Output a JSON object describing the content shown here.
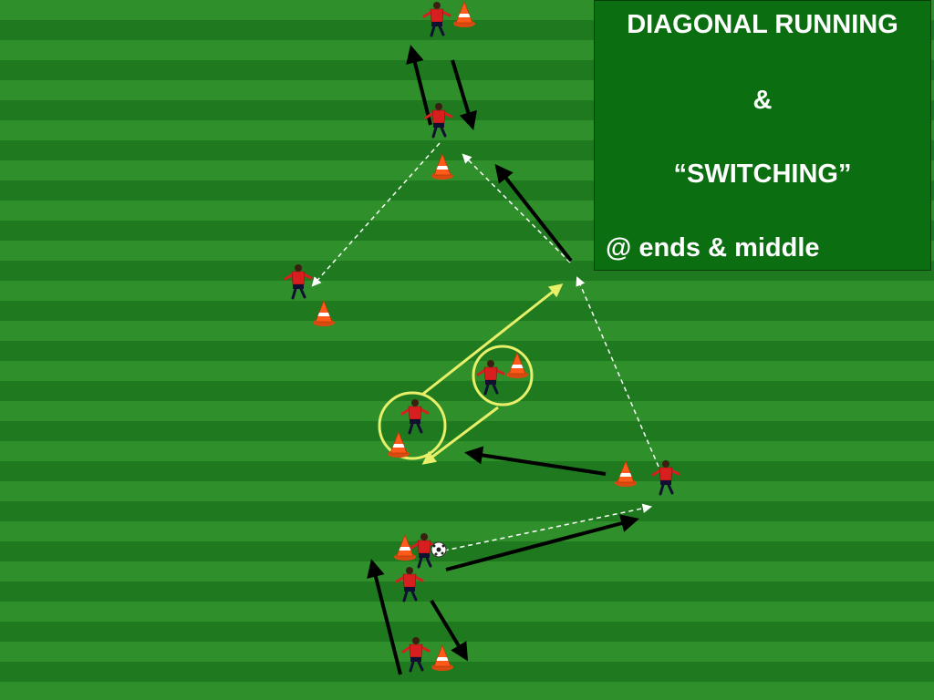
{
  "title": {
    "line1": "DIAGONAL RUNNING",
    "line2": "&",
    "line3": "“SWITCHING”",
    "line4": "@ ends & middle"
  },
  "colors": {
    "pitch_light": "#2f8f2a",
    "pitch_dark": "#1f7a1f",
    "title_box": "#0b6e10",
    "player_shirt": "#d81f1f",
    "player_shorts": "#101030",
    "cone": "#ff5a1a",
    "highlight": "#e8f06a",
    "run_arrow": "#000000",
    "pass_arrow": "#ffffff"
  },
  "icons": {
    "player": "player-icon",
    "cone": "cone-icon",
    "ball": "ball-icon"
  }
}
